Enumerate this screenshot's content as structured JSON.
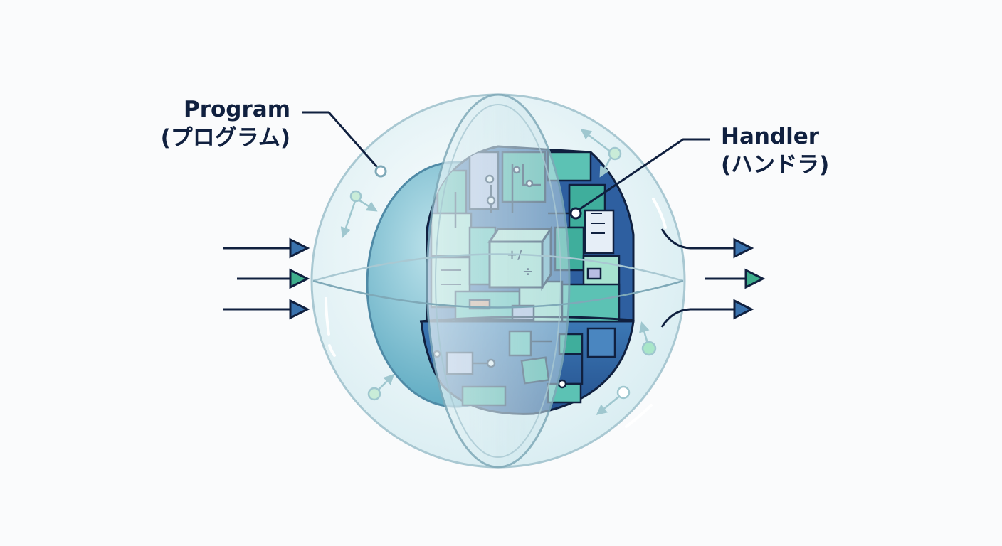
{
  "labels": {
    "program": {
      "title": "Program",
      "subtitle": "(プログラム)"
    },
    "handler": {
      "title": "Handler",
      "subtitle": "(ハンドラ)"
    }
  },
  "chip": {
    "symbol_top": "+/",
    "symbol_bottom": "÷"
  },
  "colors": {
    "background": "#fafbfc",
    "ink": "#10203f",
    "outer_sphere": "#dff0f4",
    "outer_sphere_stroke": "#a9c8d2",
    "inner_shell": "#7fbfd0",
    "core_dark": "#2e5fa0",
    "core_green": "#3fae9c",
    "core_teal": "#5cc2b4",
    "core_light": "#a7e3d0",
    "accent_orange": "#e9a27f",
    "accent_lavender": "#b9bde3",
    "arrow_green": "#3fae8c",
    "node_green": "#a8e6c8"
  }
}
